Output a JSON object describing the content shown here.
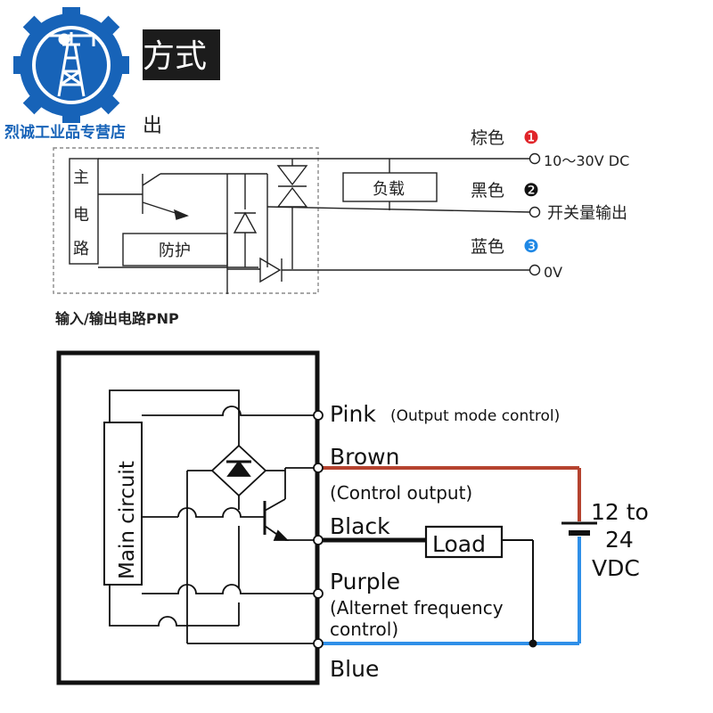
{
  "header": {
    "title_fragment": "方式",
    "sub_fragment": "出",
    "store_name": "烈诚工业品专营店"
  },
  "pnp_diagram": {
    "caption": "输入/输出电路PNP",
    "main_circuit_chars": [
      "主",
      "电",
      "路"
    ],
    "protection_label": "防护",
    "load_label": "负载",
    "wires": [
      {
        "color_name": "棕色",
        "number": "❶",
        "terminal": "10～30V DC",
        "accent": "#e0252a"
      },
      {
        "color_name": "黑色",
        "number": "❷",
        "terminal": "开关量输出",
        "accent": "#111111"
      },
      {
        "color_name": "蓝色",
        "number": "❸",
        "terminal": "0V",
        "accent": "#1f88e5"
      }
    ]
  },
  "fiber_diagram": {
    "main_circuit_label": "Main circuit",
    "load_label": "Load",
    "supply_label": [
      "12 to",
      "24",
      "VDC"
    ],
    "wires": {
      "pink": {
        "label": "Pink",
        "note": "(Output mode control)"
      },
      "brown": {
        "label": "Brown",
        "note": "(Control output)",
        "color": "#b5432f"
      },
      "black": {
        "label": "Black"
      },
      "purple": {
        "label": "Purple",
        "note_lines": [
          "(Alternet frequency",
          "control)"
        ]
      },
      "blue": {
        "label": "Blue",
        "color": "#2f8fe8"
      }
    }
  },
  "colors": {
    "logo_blue": "#1763b8",
    "banner_bg": "#1c1c1c",
    "dashed_border": "#8a8a8a"
  }
}
